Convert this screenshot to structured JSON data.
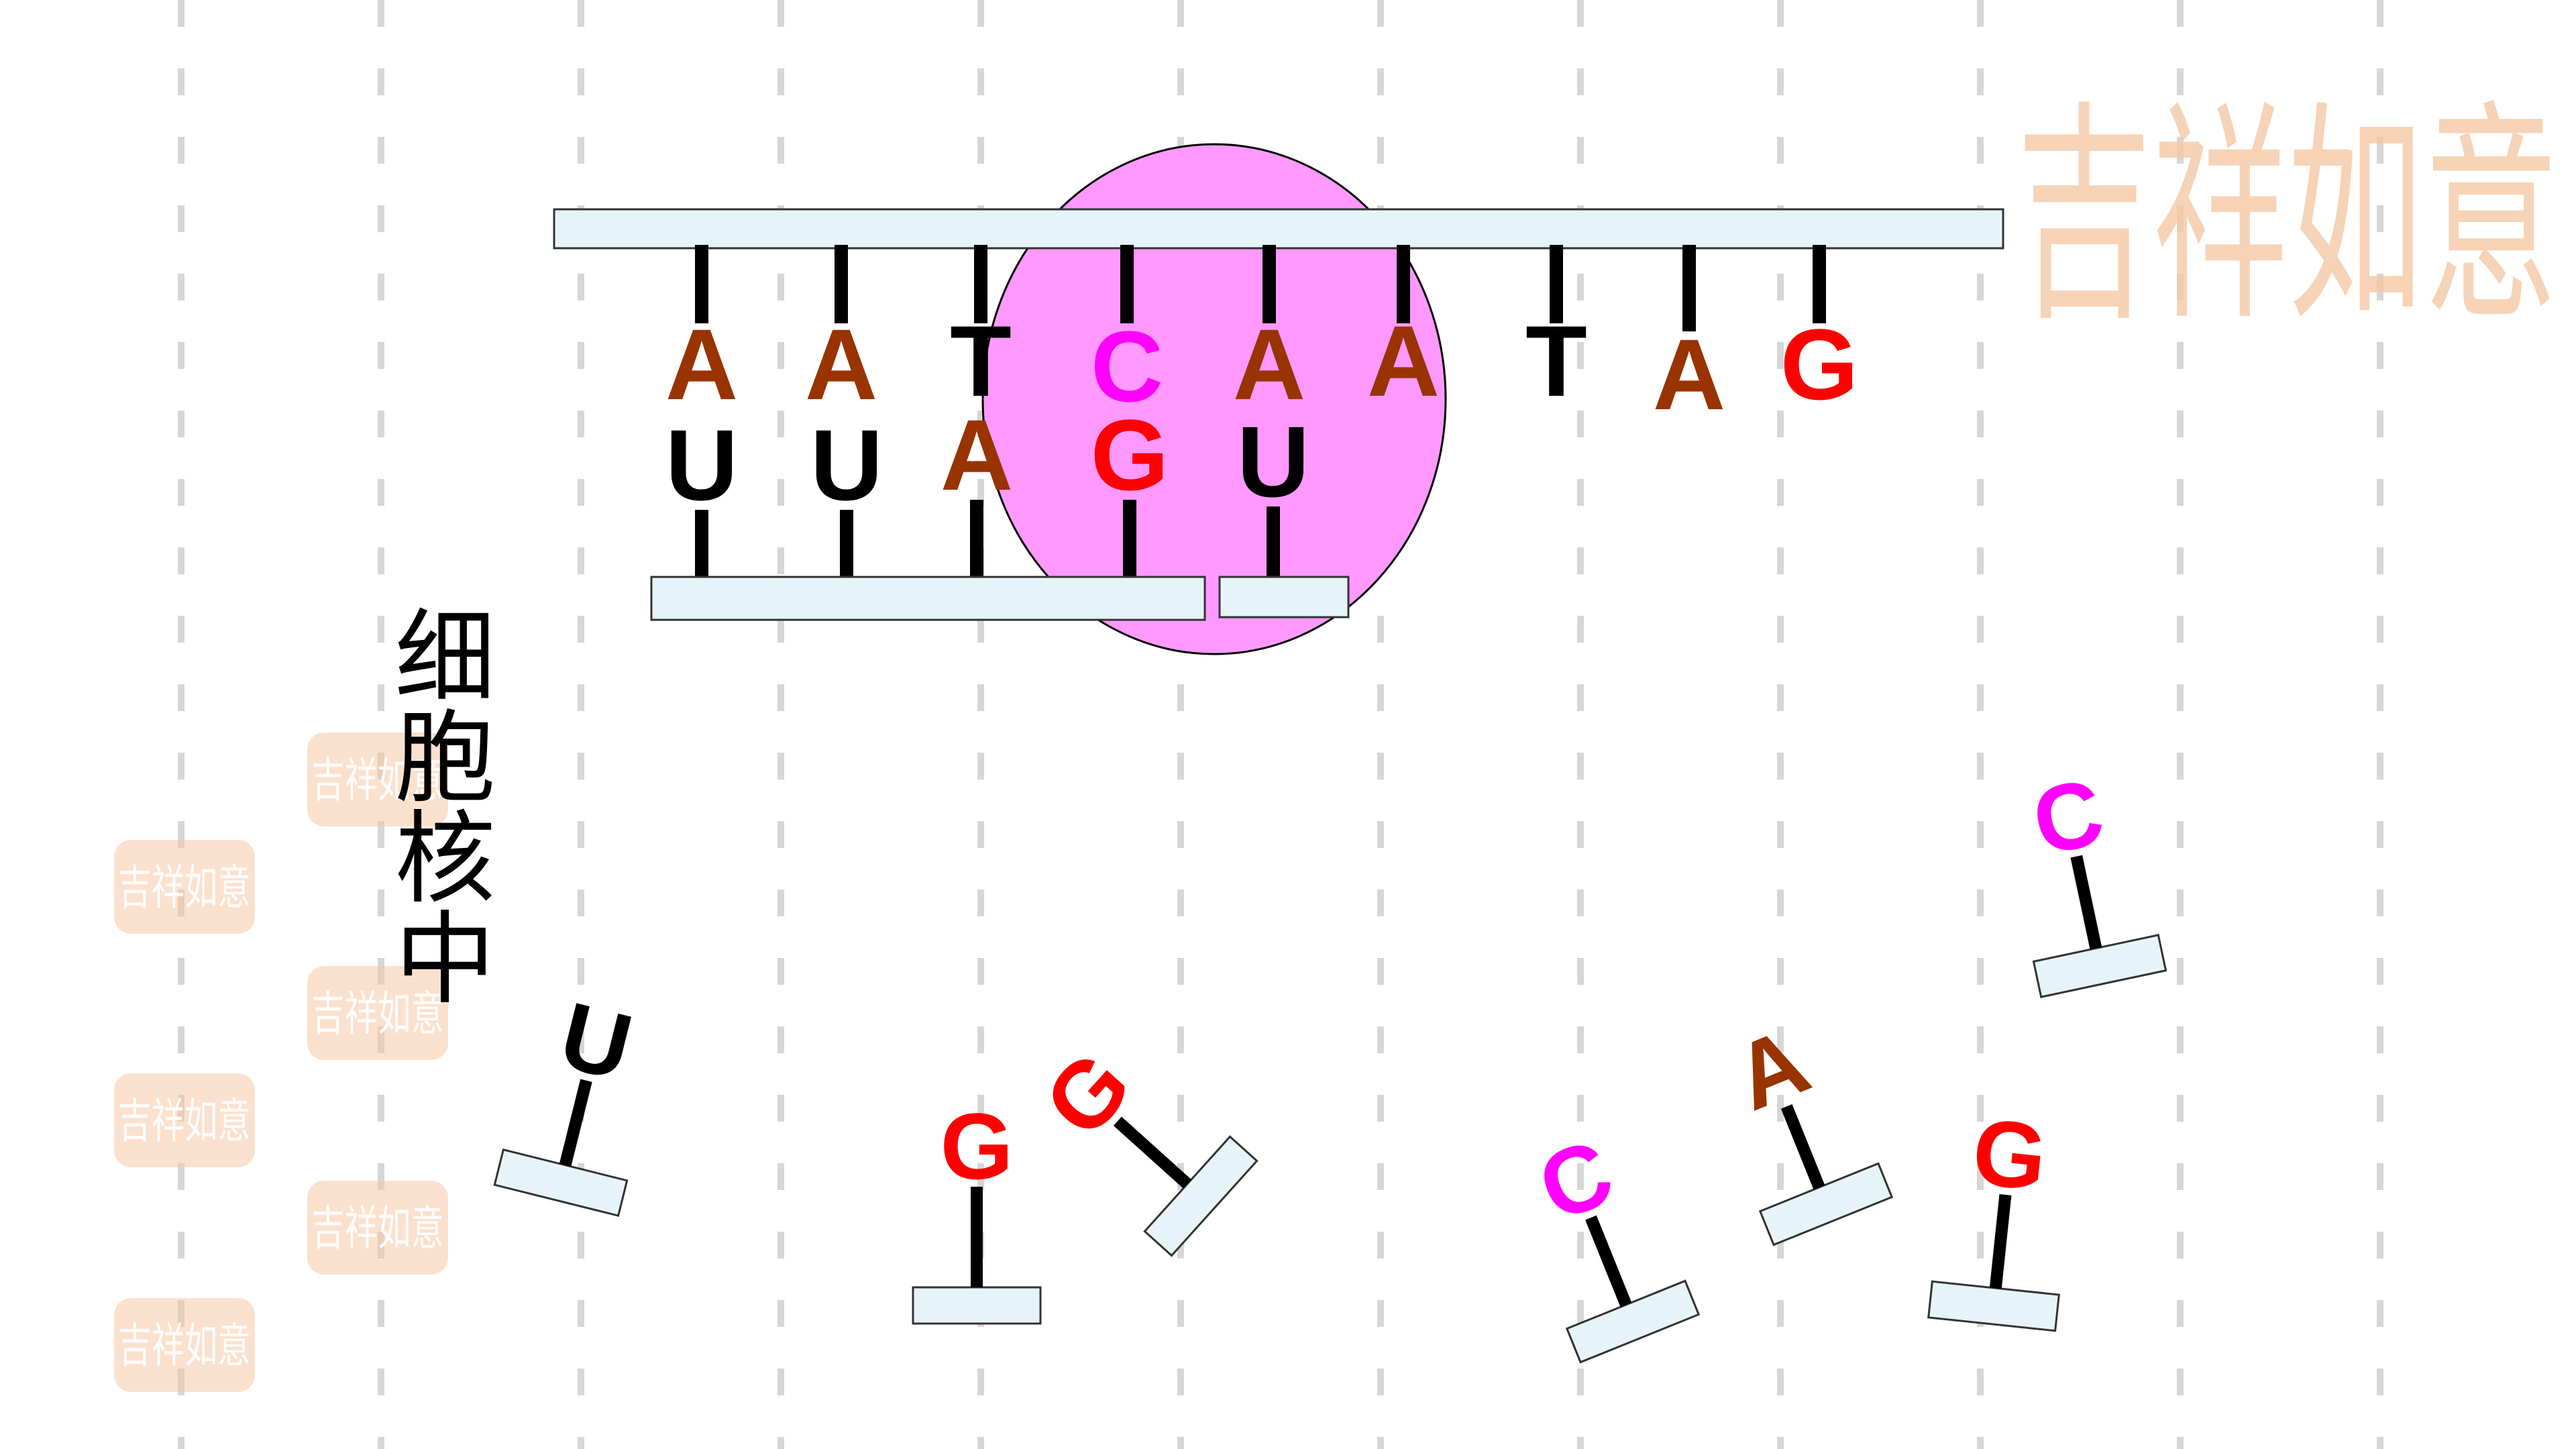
{
  "labels": {
    "nucleus": "细胞核中",
    "seal": "吉祥如意"
  },
  "colors": {
    "background": "#ffffff",
    "strand_fill": "#e6f4fa",
    "strand_stroke": "#333333",
    "polymerase": "#ff99ff",
    "stick": "#000000",
    "guide_dash": "#d6d6d6",
    "seal": "#f5c9a6",
    "A": "#993300",
    "T": "#000000",
    "U": "#000000",
    "C": "#ff00ff",
    "G": "#ff0000"
  },
  "dna_template": {
    "bases": [
      "A",
      "A",
      "T",
      "C",
      "A",
      "A",
      "T",
      "A",
      "G"
    ]
  },
  "rna_transcript": {
    "bases": [
      "U",
      "U",
      "A",
      "G",
      "U"
    ]
  },
  "free_nucleotides": [
    {
      "base": "U"
    },
    {
      "base": "G"
    },
    {
      "base": "G"
    },
    {
      "base": "C"
    },
    {
      "base": "A"
    },
    {
      "base": "G"
    },
    {
      "base": "C"
    }
  ]
}
